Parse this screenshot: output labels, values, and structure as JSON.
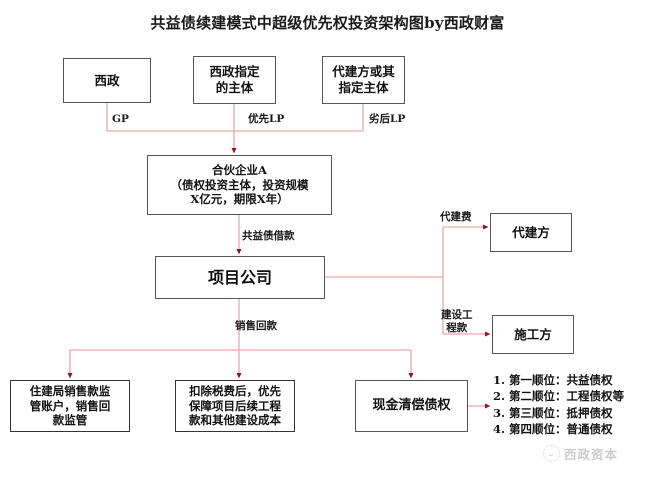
{
  "title": "共益债续建模式中超级优先权投资架构图by西政财富",
  "nodes": {
    "xizheng": "西政",
    "designated_entity": "西政指定\n的主体",
    "builder_entity": "代建方或其\n指定主体",
    "partnership": "合伙企业A\n（债权投资主体，投资规模\nX亿元，期限X年）",
    "project_company": "项目公司",
    "agent_builder": "代建方",
    "contractor": "施工方",
    "supervision_account": "住建局销售款监\n管账户，销售回\n款监管",
    "tax_priority": "扣除税费后，优先\n保障项目后续工程\n款和其他建设成本",
    "cash_repayment": "现金清偿债权"
  },
  "edge_labels": {
    "gp": "GP",
    "priority_lp": "优先LP",
    "subordinate_lp": "劣后LP",
    "public_benefit_loan": "共益债借款",
    "sales_proceeds": "销售回款",
    "agency_fee": "代建费",
    "construction_fee": "建设工\n程款"
  },
  "priority_list": [
    "1. 第一顺位：共益债权",
    "2. 第二顺位：工程债权等",
    "3. 第三顺位：抵押债权",
    "4. 第四顺位：普通债权"
  ],
  "watermark": {
    "text": "西政资本",
    "icon": "smiley-circle-icon"
  },
  "colors": {
    "connector": "#e9a7a7",
    "arrowhead": "#8d1515",
    "box_border": "#555555",
    "text": "#111111",
    "background": "#ffffff"
  }
}
